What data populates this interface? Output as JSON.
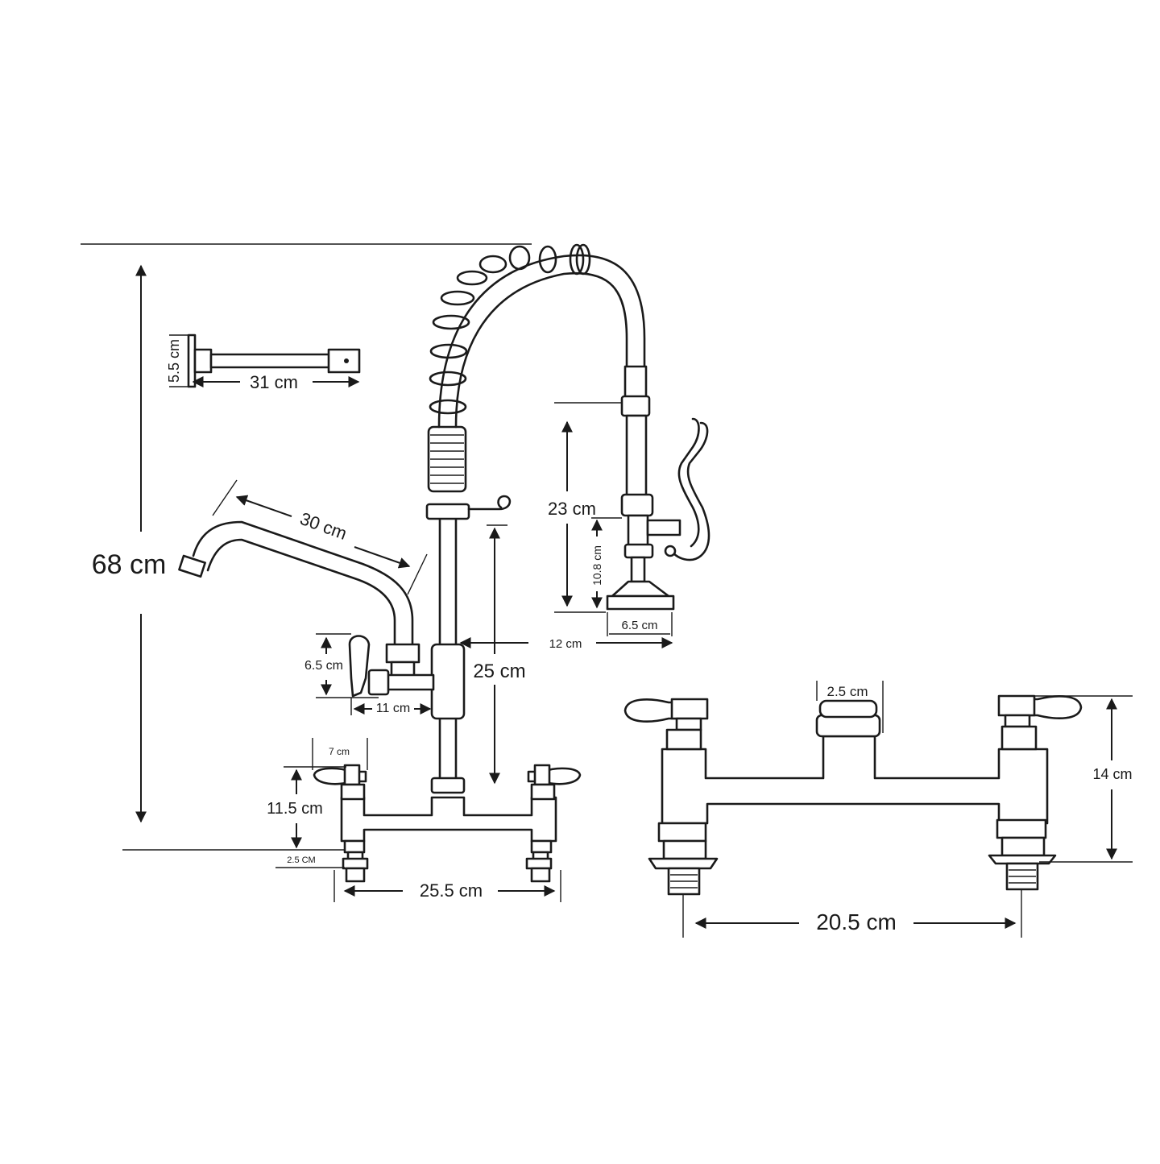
{
  "figure": {
    "colors": {
      "ink": "#1a1a1a",
      "background": "#ffffff"
    },
    "dimensions": {
      "total_height": "68 cm",
      "wall_bracket_height": "5.5 cm",
      "wall_bracket_length": "31 cm",
      "swing_spout_length": "30 cm",
      "handle_height": "6.5 cm",
      "handle_offset": "11 cm",
      "riser_height": "25 cm",
      "spray_valve_length": "23 cm",
      "spray_valve_lower": "10.8 cm",
      "spray_head_width": "6.5 cm",
      "spray_reach": "12 cm",
      "base_handle_width": "7 cm",
      "base_height": "11.5 cm",
      "shank_height": "2.5 CM",
      "base_centers": "25.5 cm",
      "outlet_width": "2.5 cm",
      "faucet_height": "14 cm",
      "faucet_centers": "20.5 cm"
    }
  }
}
